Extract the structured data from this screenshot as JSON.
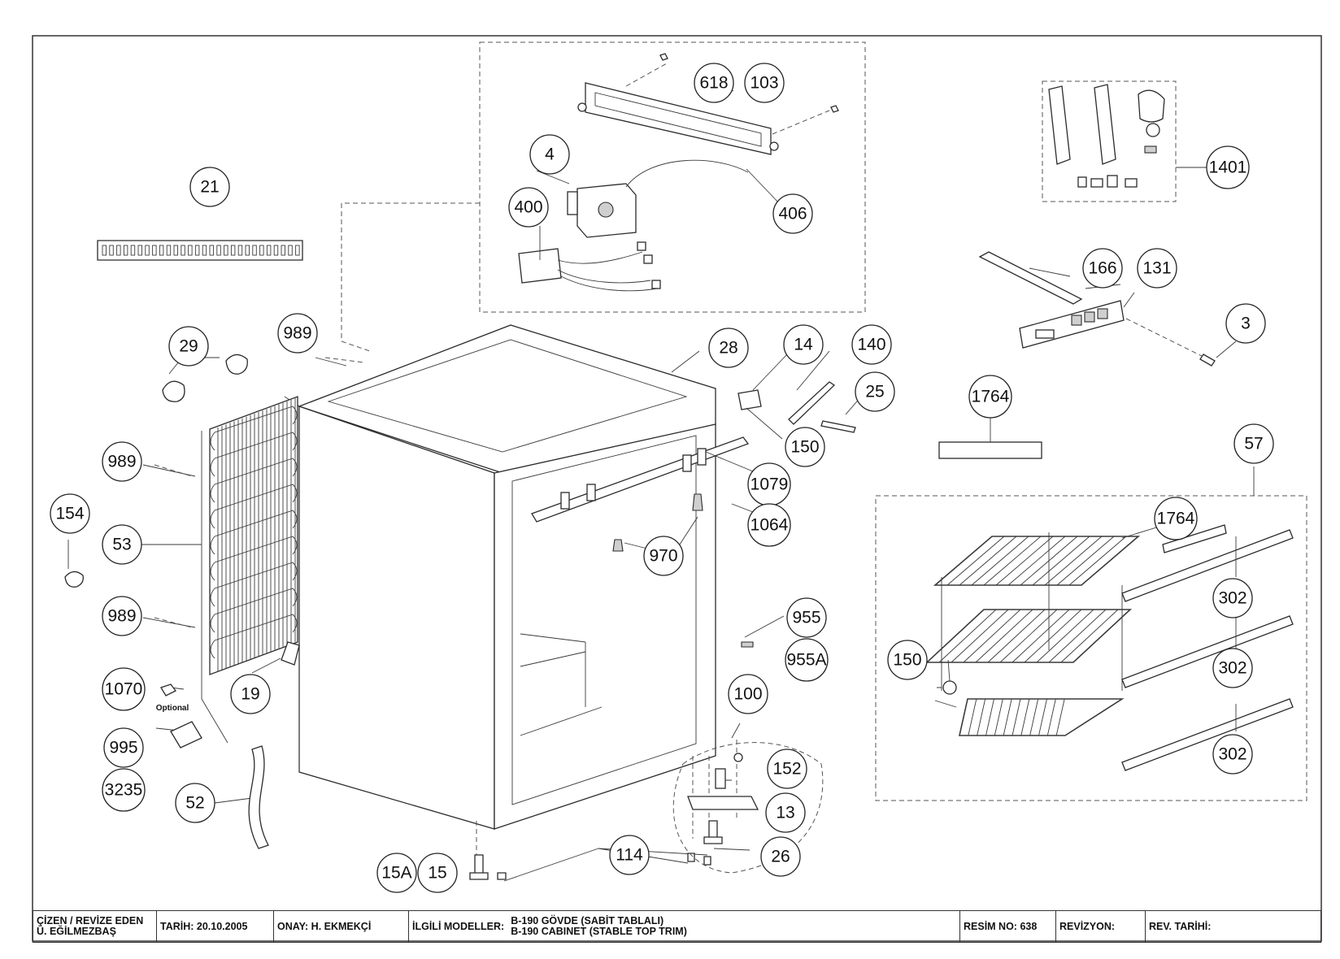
{
  "callouts": {
    "c618": "618",
    "c103": "103",
    "c4": "4",
    "c400": "400",
    "c406": "406",
    "c21": "21",
    "c1401": "1401",
    "c166": "166",
    "c131": "131",
    "c3": "3",
    "c989a": "989",
    "c29": "29",
    "c28": "28",
    "c14": "14",
    "c140": "140",
    "c25": "25",
    "c150a": "150",
    "c1764a": "1764",
    "c57": "57",
    "c989b": "989",
    "c154": "154",
    "c53": "53",
    "c1079": "1079",
    "c1064": "1064",
    "c970": "970",
    "c1764b": "1764",
    "c302a": "302",
    "c989c": "989",
    "c955": "955",
    "c955a": "955A",
    "c150b": "150",
    "c302b": "302",
    "c1070": "1070",
    "c19": "19",
    "c100": "100",
    "c995": "995",
    "c302c": "302",
    "c152": "152",
    "c3235": "3235",
    "c52": "52",
    "c13": "13",
    "c114": "114",
    "c26": "26",
    "c15a": "15A",
    "c15": "15"
  },
  "notes": {
    "optional": "Optional"
  },
  "title_block": {
    "drawn_label": "ÇİZEN / REVİZE EDEN",
    "drawn_name": "Ü. EĞİLMEZBAŞ",
    "date": "TARİH: 20.10.2005",
    "approval": "ONAY: H. EKMEKÇİ",
    "models_label": "İLGİLİ MODELLER:",
    "model_line_1": "B-190  GÖVDE (SABİT TABLALI)",
    "model_line_2": "B-190 CABINET (STABLE TOP TRIM)",
    "drawing_no": "RESİM NO: 638",
    "revision": "REVİZYON:",
    "revision_date": "REV. TARİHİ:"
  }
}
